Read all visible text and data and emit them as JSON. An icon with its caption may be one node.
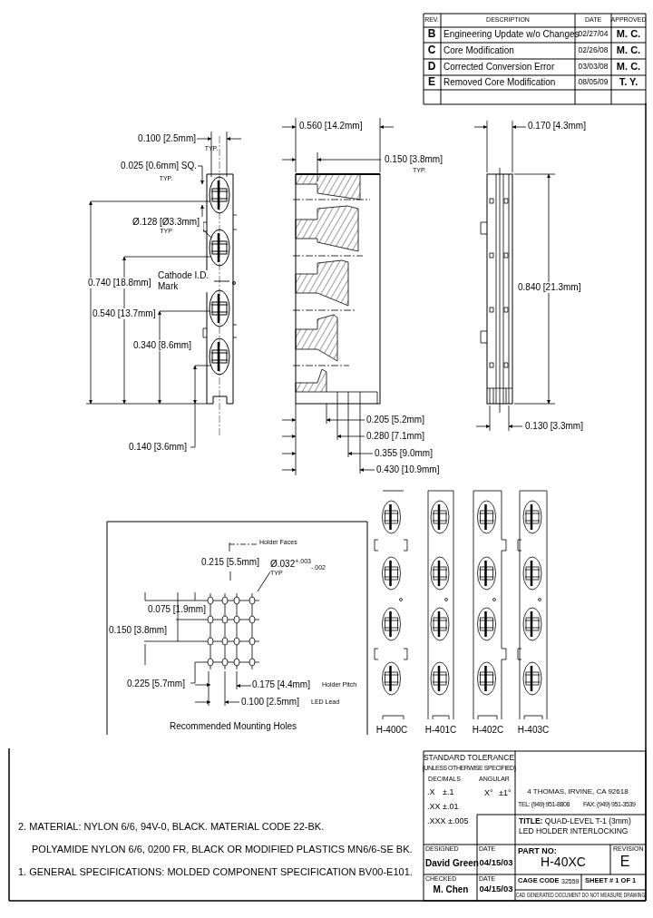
{
  "diagram": {
    "nodes": [
      {
        "text": [
          "Ø.128 [Ø3.3mm]",
          "TYP"
        ]
      },
      {
        "text": [
          "Cathode I.D. Mark"
        ]
      },
      {
        "text": [
          "Ø.032$^{+.003}$$_{-.002}$",
          "TYP"
        ]
      }
    ],
    "edges": [
      {
        "from": 0,
        "to": null,
        "arrow": "none"
      },
      {
        "from": 1,
        "to": null,
        "arrow": "none"
      },
      {
        "from": 2,
        "to": null,
        "arrow": "none"
      }
    ],
    "labels": [
      "REV.",
      "DESCRIPTION",
      "DATE",
      "APPROVED",
      "B",
      "Engineering Update w/o Changes",
      "02/27/04",
      "M. C.",
      "C",
      "Core Modification",
      "02/26/08",
      "M. C.",
      "D",
      "Corrected Conversion Error",
      "03/03/08",
      "M. C.",
      "E",
      "Removed Core Modification",
      "08/05/09",
      "T. Y.",
      "0.100 [2.5mm]",
      "TYP.",
      "0.025 [0.6mm] SQ.",
      "TYP.",
      "0.740 [18.8mm]",
      "0.540 [13.7mm]",
      "0.340 [8.6mm]",
      "0.140 [3.6mm]",
      "0.560 [14.2mm]",
      "0.150 [3.8mm]",
      "TYP.",
      "0.205 [5.2mm]",
      "0.280 [7.1mm]",
      "0.355 [9.0mm]",
      "0.430 [10.9mm]",
      "0.170 [4.3mm]",
      "0.840 [21.3mm]",
      "0.130 [3.3mm]",
      "Holder Faces",
      "0.215 [5.5mm]",
      "0.075 [1.9mm]",
      "0.150 [3.8mm]",
      "0.225 [5.7mm]",
      "0.175 [4.4mm]",
      "Holder Pitch",
      "0.100 [2.5mm]",
      "LED Lead",
      "Recommended Mounting Holes",
      "H-400C",
      "H-401C",
      "H-402C",
      "H-403C",
      "2. MATERIAL: NYLON 6/6, 94V-0, BLACK. MATERIAL CODE 22-BK.",
      "POLYAMIDE NYLON 6/6, 0200 FR, BLACK OR MODIFIED PLASTICS MN6/6-SE BK.",
      "1. GENERAL SPECIFICATIONS: MOLDED COMPONENT SPECIFICATION BV00-E101.",
      "STANDARD TOLERANCE",
      "(UNLESS OTHERWISE SPECIFIED)",
      "DECIMALS",
      "ANGULAR",
      ".X",
      "±.1",
      "X°",
      "±1°",
      ".XX",
      "±.01",
      ".XXX",
      "±.005",
      "4 THOMAS, IRVINE, CA 92618",
      "TEL: (949) 951-8808",
      "FAX: (949) 951-3539",
      "**TITLE:** QUAD-LEVEL T-1 (3mm) LED HOLDER INTERLOCKING",
      "DESIGNED",
      "David Green",
      "DATE",
      "04/15/03",
      "PART NO:",
      "REVISION",
      "H-40XC",
      "E",
      "CHECKED",
      "M. Chen",
      "DATE",
      "04/15/03",
      "CAGE CODE",
      "32559",
      "SHEET # 1 OF 1",
      "CAD GENERATED DOCUMENT DO NOT MEASURE DRAWING"
    ]
  }
}
